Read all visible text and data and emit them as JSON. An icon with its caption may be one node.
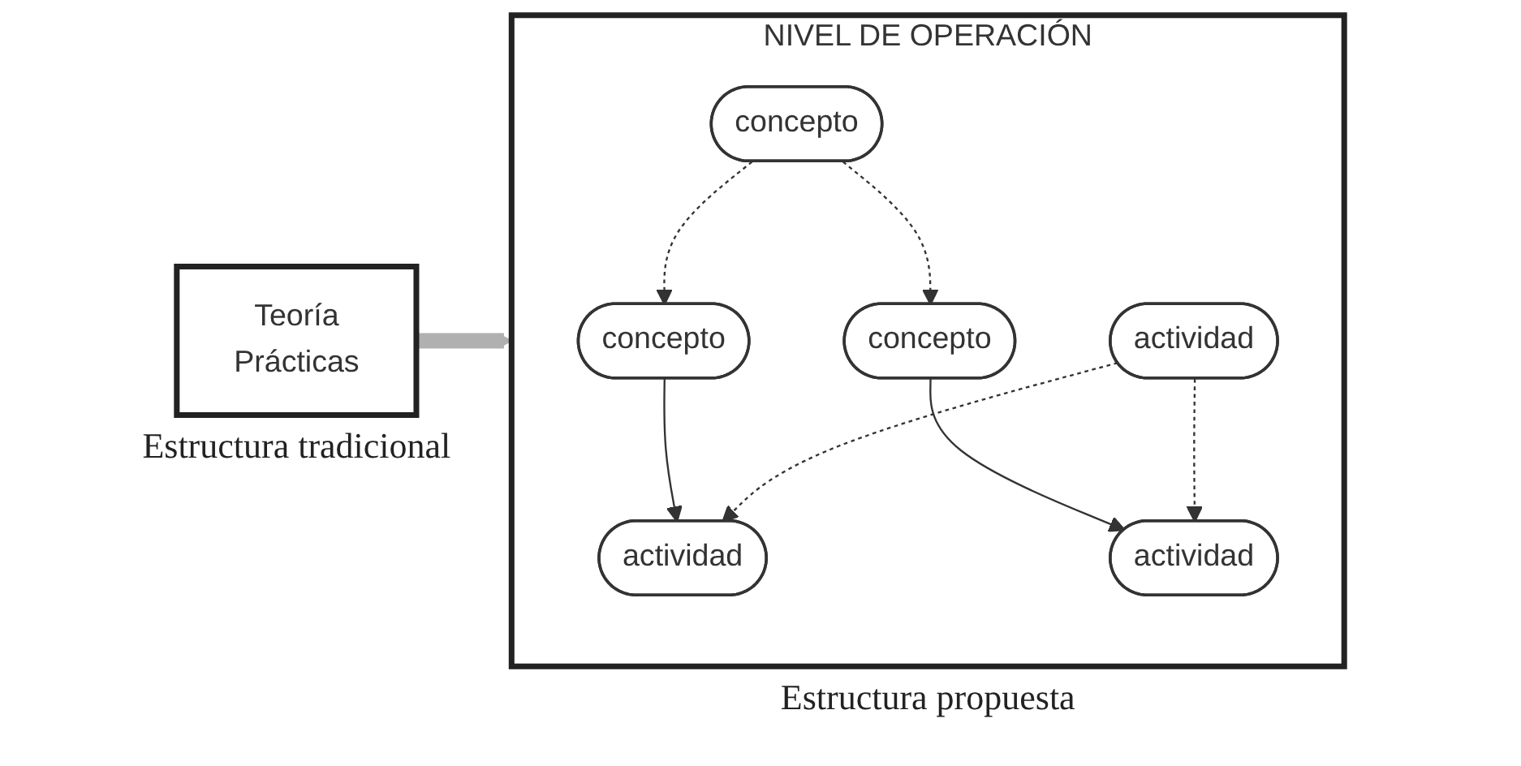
{
  "diagram": {
    "nodes": [
      {
        "text": [
          "Teoría",
          "Prácticas"
        ],
        "beside": [
          "Estructura tradicional"
        ]
      },
      {
        "text": [
          "NIVEL DE OPERACIÓN"
        ],
        "beside": [
          "Estructura propuesta"
        ]
      },
      {
        "text": [
          "concepto"
        ],
        "in": 1
      },
      {
        "text": [
          "concepto"
        ],
        "in": 1
      },
      {
        "text": [
          "concepto"
        ],
        "in": 1
      },
      {
        "text": [
          "actividad"
        ],
        "in": 1
      },
      {
        "text": [
          "actividad"
        ],
        "in": 1
      },
      {
        "text": [
          "actividad"
        ],
        "in": 1
      }
    ],
    "edges": [
      {
        "from": 0,
        "to": 1,
        "arrow": "to",
        "style": "thick",
        "color": "#b0b0b0"
      },
      {
        "from": 2,
        "to": 3,
        "arrow": "to",
        "style": "dashed"
      },
      {
        "from": 2,
        "to": 4,
        "arrow": "to",
        "style": "dashed"
      },
      {
        "from": 3,
        "to": 6,
        "arrow": "to"
      },
      {
        "from": 4,
        "to": 7,
        "arrow": "to"
      },
      {
        "from": 5,
        "to": 6,
        "arrow": "to",
        "style": "dashed"
      },
      {
        "from": 5,
        "to": 7,
        "arrow": "to",
        "style": "dashed"
      }
    ]
  }
}
